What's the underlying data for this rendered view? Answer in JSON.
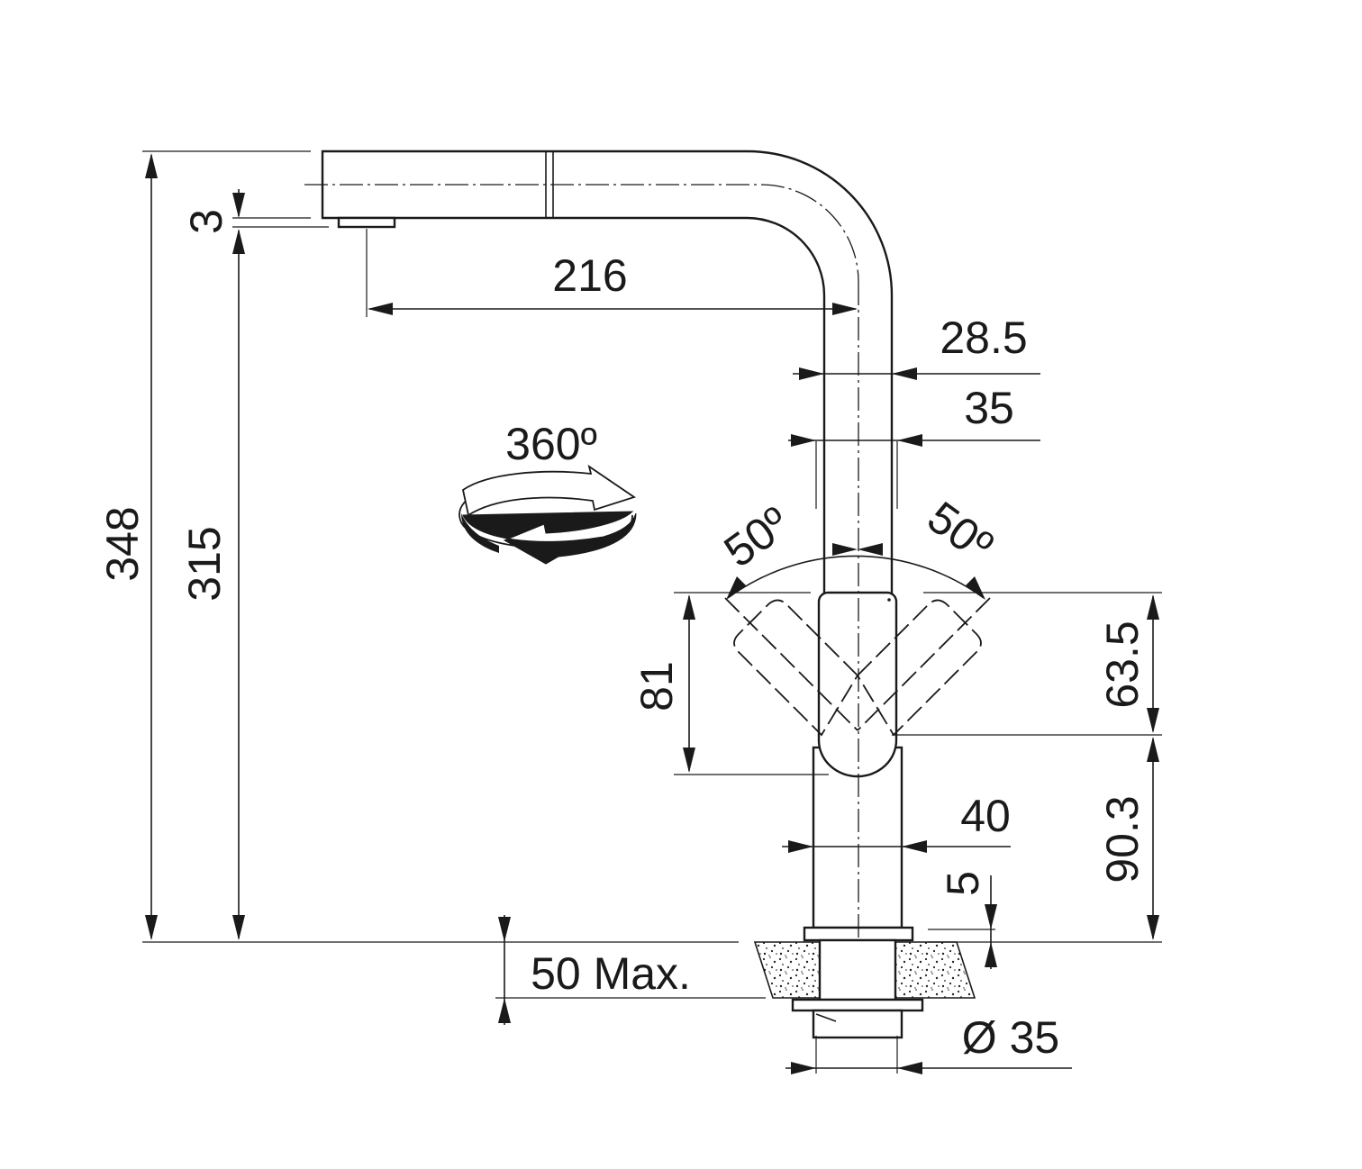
{
  "dimensions": {
    "total_height": "348",
    "spout_height": "315",
    "aerator_offset": "3",
    "spout_reach": "216",
    "spout_diameter": "28.5",
    "body_diameter": "35",
    "rotation": "360º",
    "lever_angle_left": "50º",
    "lever_angle_right": "50º",
    "handle_height": "81",
    "lever_height": "63.5",
    "lever_base_height": "90.3",
    "base_diameter": "40",
    "base_height": "5",
    "counter_thickness": "50 Max.",
    "hole_diameter": "Ø 35"
  }
}
